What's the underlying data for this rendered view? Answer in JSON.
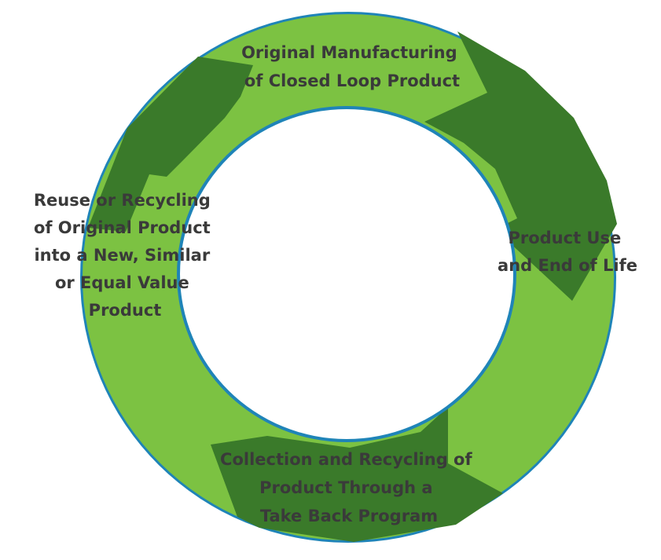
{
  "diagram": {
    "type": "cycle",
    "colors": {
      "light_green": "#7cc242",
      "dark_green": "#3a7a2a",
      "ring_outline": "#1f84b8",
      "label_text": "#3a3a3a"
    },
    "stages": [
      {
        "id": "manufacturing",
        "lines": [
          "Original Manufacturing",
          "of Closed Loop Product"
        ]
      },
      {
        "id": "use",
        "lines": [
          "Product Use",
          "and End of Life"
        ]
      },
      {
        "id": "collection",
        "lines": [
          "Collection and Recycling of",
          "Product Through a",
          "Take Back Program"
        ]
      },
      {
        "id": "reuse",
        "lines": [
          "Reuse or Recycling",
          "of Original Product",
          "into a New, Similar",
          "or Equal Value",
          "Product"
        ]
      }
    ]
  }
}
